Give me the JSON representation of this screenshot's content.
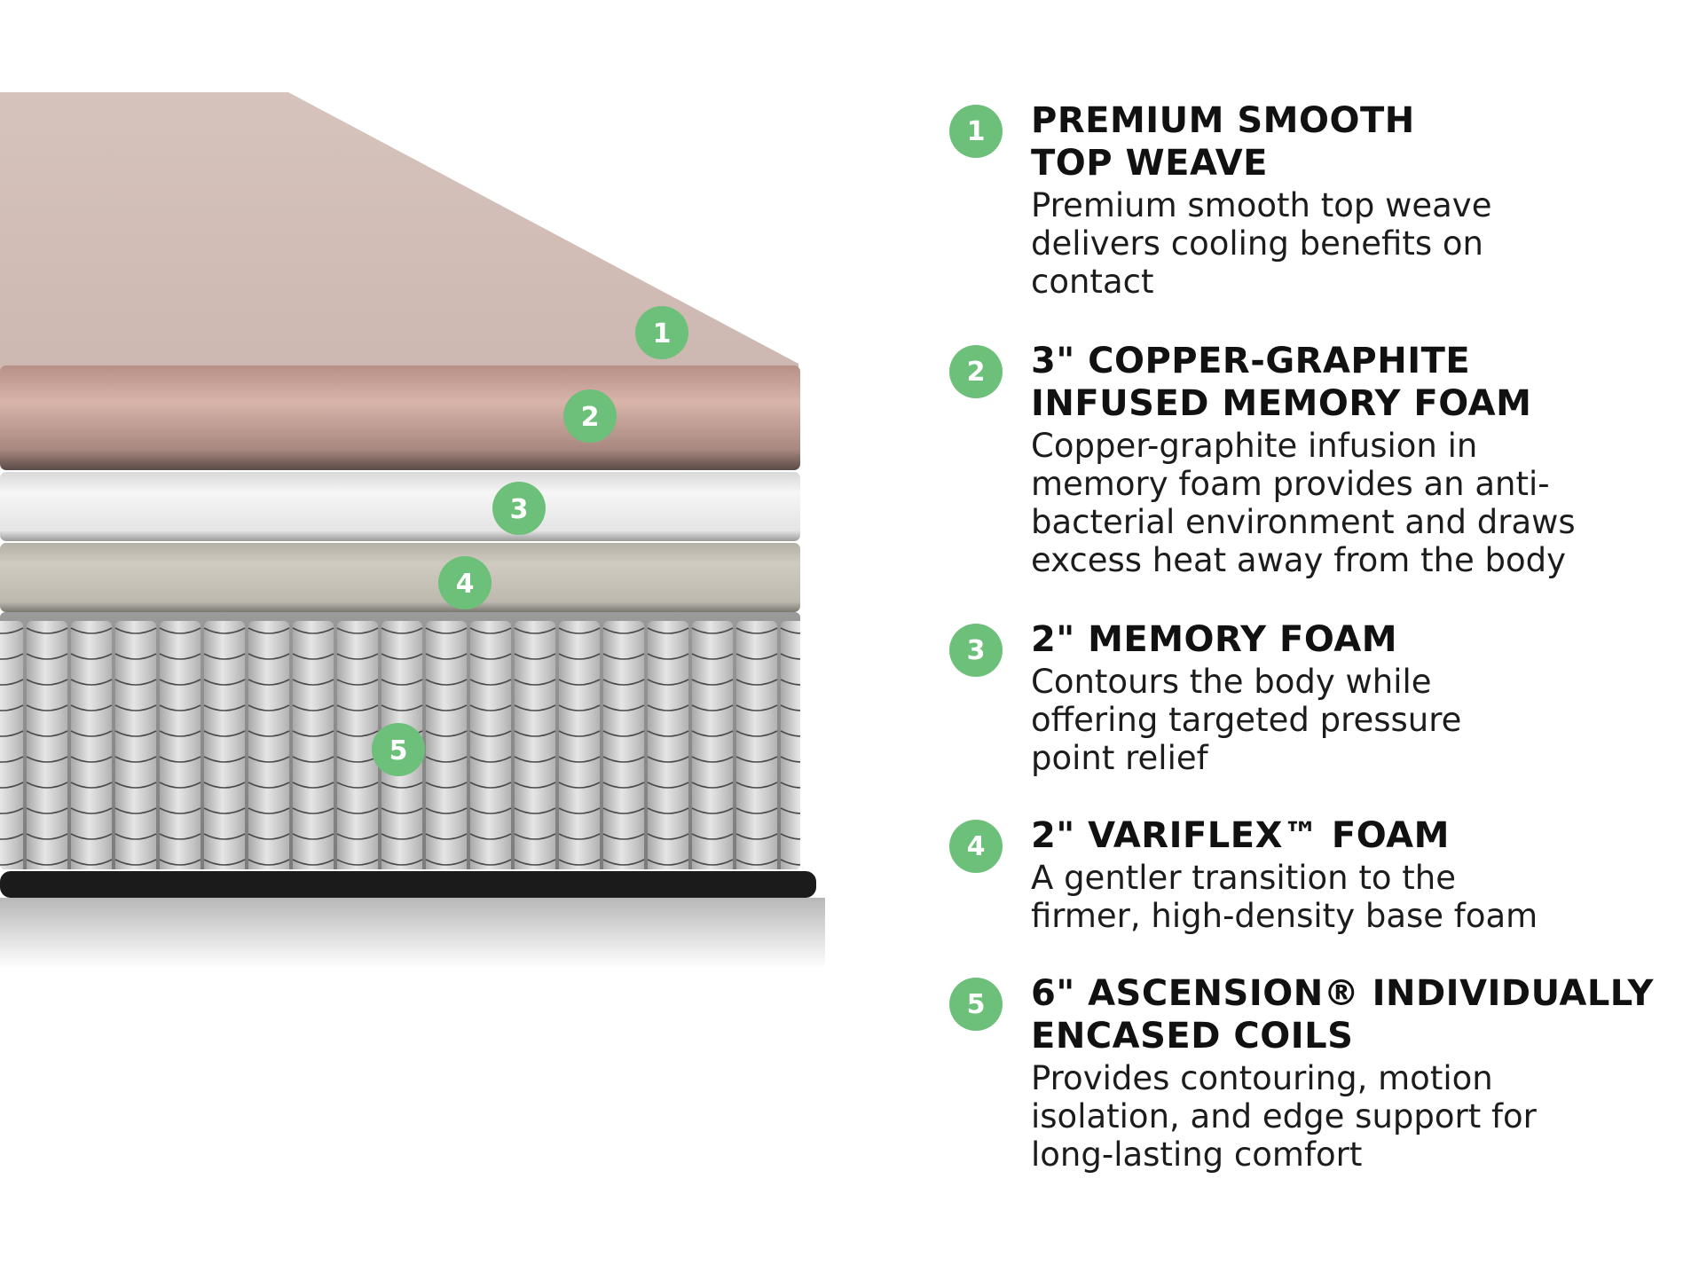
{
  "colors": {
    "badge": "#6cc079",
    "layer1_top": "#d9c6bf",
    "layer2_copper": "#c9a39a",
    "layer3_white": "#eeeeee",
    "layer4_gray": "#c3bfb4",
    "coils": "#cfcfcf",
    "base": "#1a1a1a"
  },
  "layers": [
    {
      "number": "1",
      "title": "PREMIUM SMOOTH TOP WEAVE",
      "title_lines": [
        "PREMIUM SMOOTH",
        "TOP WEAVE"
      ],
      "description_lines": [
        "Premium smooth top weave",
        "delivers cooling benefits on",
        "contact"
      ]
    },
    {
      "number": "2",
      "title": "3\" COPPER-GRAPHITE INFUSED MEMORY FOAM",
      "title_lines": [
        "3\" COPPER-GRAPHITE",
        "INFUSED MEMORY FOAM"
      ],
      "description_lines": [
        "Copper-graphite infusion in",
        "memory foam provides an anti-",
        "bacterial environment and draws",
        "excess heat away from the body"
      ]
    },
    {
      "number": "3",
      "title": "2\" MEMORY FOAM",
      "title_lines": [
        "2\" MEMORY FOAM"
      ],
      "description_lines": [
        "Contours the body while",
        "offering targeted pressure",
        "point relief"
      ]
    },
    {
      "number": "4",
      "title": "2\" VARIFLEX™ FOAM",
      "title_lines": [
        "2\" VARIFLEX™ FOAM"
      ],
      "description_lines": [
        "A gentler transition to the",
        "firmer, high-density base foam"
      ]
    },
    {
      "number": "5",
      "title": "6\" ASCENSION® INDIVIDUALLY ENCASED COILS",
      "title_lines": [
        "6\" ASCENSION® INDIVIDUALLY",
        "ENCASED COILS"
      ],
      "description_lines": [
        "Provides contouring, motion",
        "isolation, and edge support for",
        "long-lasting comfort"
      ]
    }
  ]
}
